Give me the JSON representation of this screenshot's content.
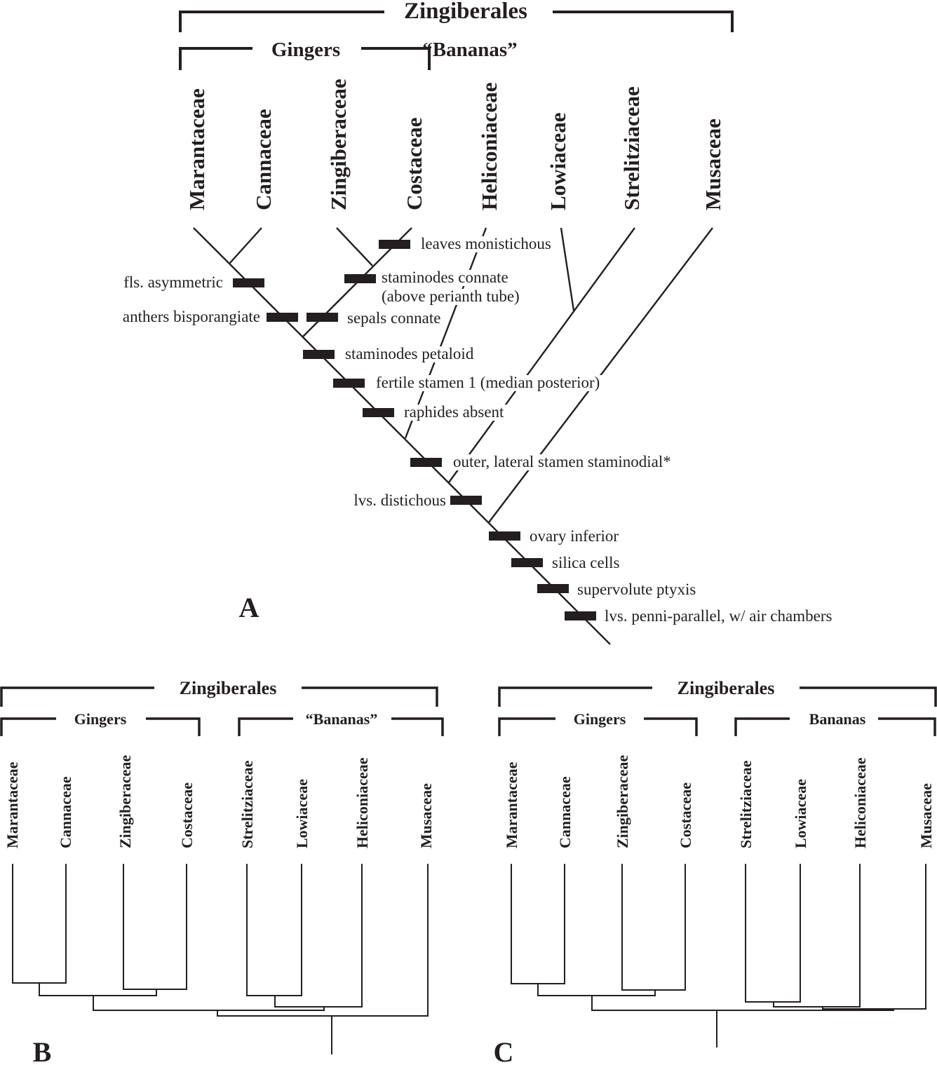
{
  "panel_a": {
    "label": "A",
    "order_label": "Zingiberales",
    "group_gingers": "Gingers",
    "group_bananas": "“Bananas”",
    "taxa": [
      "Marantaceae",
      "Cannaceae",
      "Zingiberaceae",
      "Costaceae",
      "Heliconiaceae",
      "Lowiaceae",
      "Strelitziaceae",
      "Musaceae"
    ],
    "characters": [
      "leaves monistichous",
      "fls. asymmetric",
      "staminodes connate",
      "(above perianth tube)",
      "anthers bisporangiate",
      "sepals connate",
      "staminodes petaloid",
      "fertile stamen 1 (median posterior)",
      "raphides absent",
      "outer, lateral stamen staminodial*",
      "lvs. distichous",
      "ovary inferior",
      "silica cells",
      "supervolute ptyxis",
      "lvs. penni-parallel, w/ air chambers"
    ]
  },
  "panel_b": {
    "label": "B",
    "order_label": "Zingiberales",
    "group_gingers": "Gingers",
    "group_bananas": "“Bananas”",
    "taxa": [
      "Marantaceae",
      "Cannaceae",
      "Zingiberaceae",
      "Costaceae",
      "Strelitziaceae",
      "Lowiaceae",
      "Heliconiaceae",
      "Musaceae"
    ]
  },
  "panel_c": {
    "label": "C",
    "order_label": "Zingiberales",
    "group_gingers": "Gingers",
    "group_bananas": "Bananas",
    "taxa": [
      "Marantaceae",
      "Cannaceae",
      "Zingiberaceae",
      "Costaceae",
      "Strelitziaceae",
      "Lowiaceae",
      "Heliconiaceae",
      "Musaceae"
    ]
  }
}
